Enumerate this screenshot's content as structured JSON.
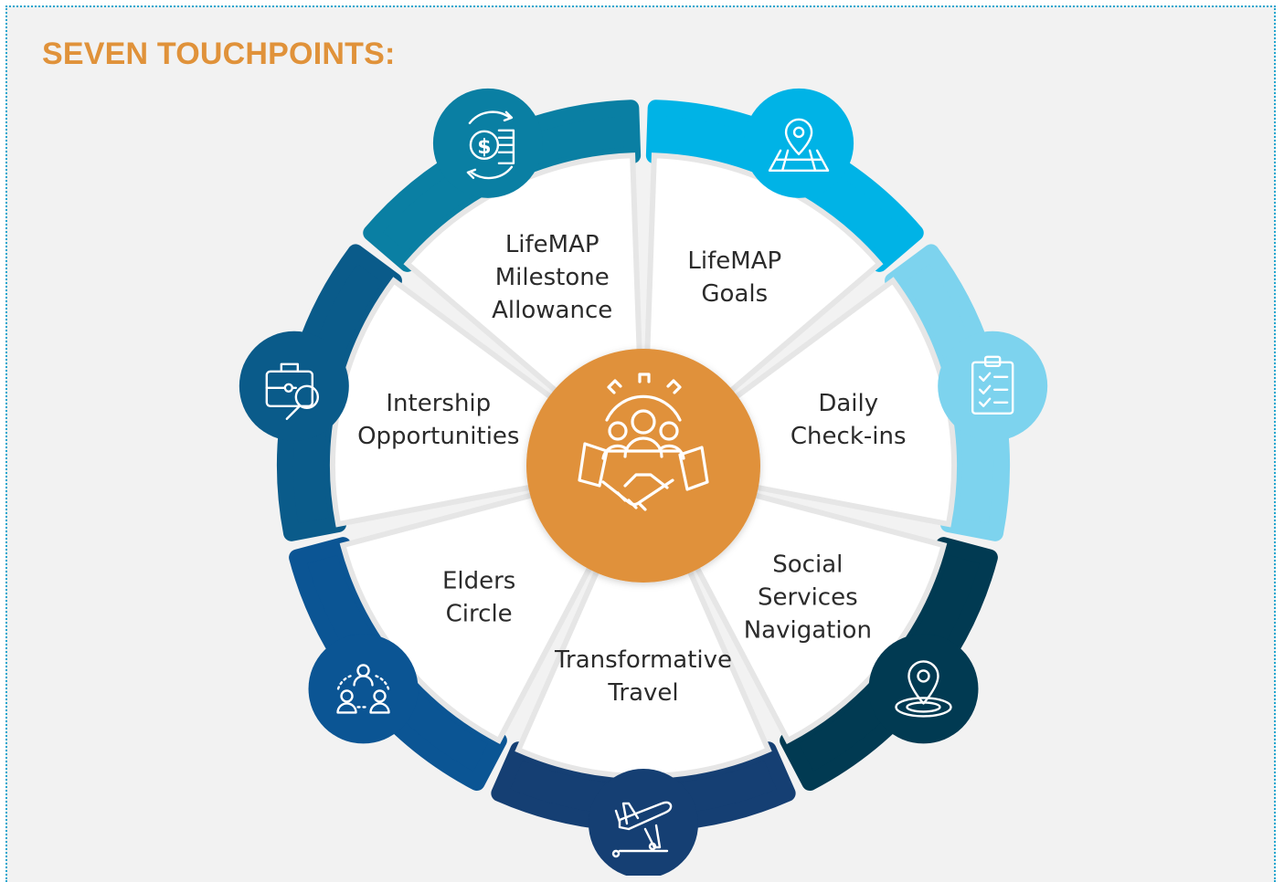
{
  "heading": "SEVEN TOUCHPOINTS:",
  "colors": {
    "heading": "#e0923a",
    "center": "#e0913a",
    "background": "#f2f2f2",
    "border": "#21a6cf"
  },
  "center_icon": "handshake-team-gear-icon",
  "touchpoints": [
    {
      "lines": [
        "LifeMAP",
        "Goals"
      ],
      "icon": "map-pin-map-icon",
      "color": "#00b3e6"
    },
    {
      "lines": [
        "Daily",
        "Check-ins"
      ],
      "icon": "checklist-clipboard-icon",
      "color": "#7dd3ee"
    },
    {
      "lines": [
        "Social",
        "Services",
        "Navigation"
      ],
      "icon": "location-pin-icon",
      "color": "#013a52"
    },
    {
      "lines": [
        "Transformative",
        "Travel"
      ],
      "icon": "airplane-landing-icon",
      "color": "#153f73"
    },
    {
      "lines": [
        "Elders",
        "Circle"
      ],
      "icon": "people-group-icon",
      "color": "#0b5594"
    },
    {
      "lines": [
        "Intership",
        "Opportunities"
      ],
      "icon": "briefcase-search-icon",
      "color": "#0a5b8a"
    },
    {
      "lines": [
        "LifeMAP",
        "Milestone",
        "Allowance"
      ],
      "icon": "money-cycle-icon",
      "color": "#0a7fa3"
    }
  ]
}
